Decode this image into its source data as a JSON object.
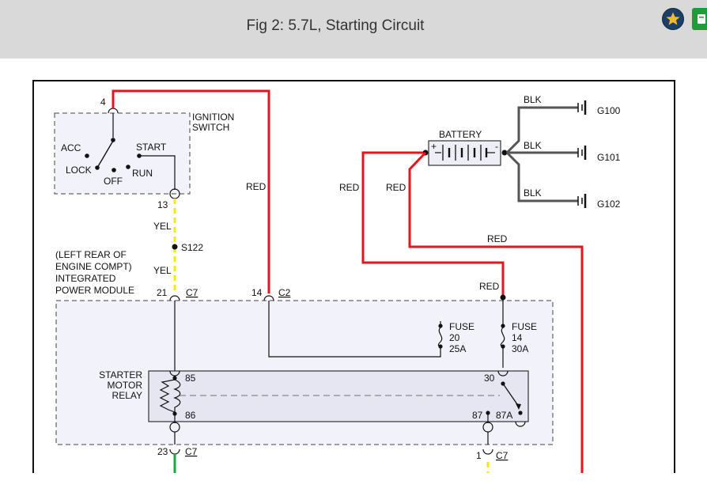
{
  "header": {
    "title": "Fig 2: 5.7L, Starting Circuit",
    "favorite_icon": "star-icon",
    "action_icon": "bookmark-icon",
    "colors": {
      "bar": "#d9d9d9",
      "favorite": "#1d3f66",
      "star": "#f5b82e",
      "action": "#1f9b3a"
    }
  },
  "diagram": {
    "colors": {
      "red_wire": "#e8141b",
      "yellow_wire": "#f0e81a",
      "green_wire": "#1aa640",
      "module_fill": "#f2f2fa"
    },
    "ignition_switch": {
      "name_line1": "IGNITION",
      "name_line2": "SWITCH",
      "pin_top": "4",
      "pin_bottom": "13",
      "positions": {
        "acc": "ACC",
        "lock": "LOCK",
        "off": "OFF",
        "start": "START",
        "run": "RUN"
      }
    },
    "splice": "S122",
    "module_label": [
      "(LEFT REAR OF",
      "ENGINE COMPT)",
      "INTEGRATED",
      "POWER MODULE"
    ],
    "wires": {
      "red": "RED",
      "yellow": "YEL",
      "black": "BLK"
    },
    "connectors": {
      "c7_21": {
        "pin": "21",
        "conn": "C7"
      },
      "c2_14": {
        "pin": "14",
        "conn": "C2"
      },
      "c7_23": {
        "pin": "23",
        "conn": "C7"
      },
      "c7_1": {
        "pin": "1",
        "conn": "C7"
      }
    },
    "battery": {
      "label": "BATTERY",
      "plus": "+",
      "minus": "-"
    },
    "grounds": [
      "G100",
      "G101",
      "G102"
    ],
    "fuses": [
      {
        "label": "FUSE",
        "number": "20",
        "rating": "25A"
      },
      {
        "label": "FUSE",
        "number": "14",
        "rating": "30A"
      }
    ],
    "relay": {
      "name": [
        "STARTER",
        "MOTOR",
        "RELAY"
      ],
      "pins": {
        "p85": "85",
        "p86": "86",
        "p30": "30",
        "p87": "87",
        "p87a": "87A"
      }
    }
  }
}
